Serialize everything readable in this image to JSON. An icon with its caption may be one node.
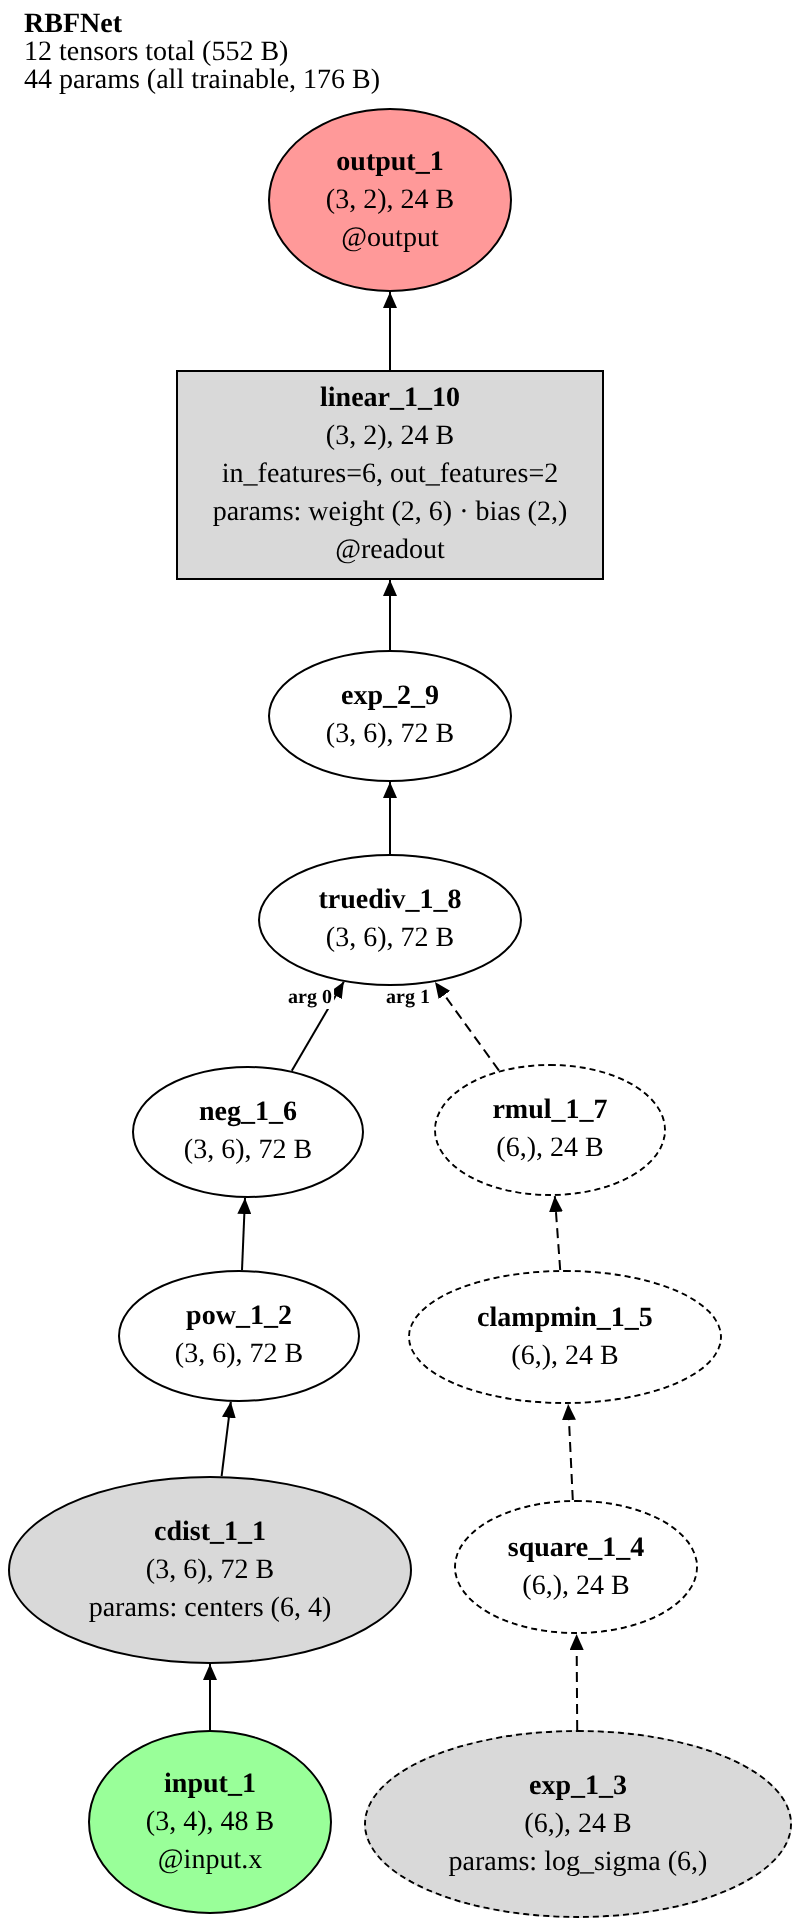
{
  "diagram": {
    "title": "RBFNet",
    "nodes": [
      {
        "text": [
          "output_1",
          "(3, 2), 24 B",
          "@output"
        ]
      },
      {
        "text": [
          "linear_1_10",
          "(3, 2), 24 B",
          "in_features=6, out_features=2",
          "params: weight (2, 6) · bias (2,)",
          "@readout"
        ]
      },
      {
        "text": [
          "exp_2_9",
          "(3, 6), 72 B"
        ]
      },
      {
        "text": [
          "truediv_1_8",
          "(3, 6), 72 B"
        ]
      },
      {
        "text": [
          "neg_1_6",
          "(3, 6), 72 B"
        ]
      },
      {
        "text": [
          "rmul_1_7",
          "(6,), 24 B"
        ]
      },
      {
        "text": [
          "pow_1_2",
          "(3, 6), 72 B"
        ]
      },
      {
        "text": [
          "clampmin_1_5",
          "(6,), 24 B"
        ]
      },
      {
        "text": [
          "cdist_1_1",
          "(3, 6), 72 B",
          "params: centers (6, 4)"
        ]
      },
      {
        "text": [
          "square_1_4",
          "(6,), 24 B"
        ]
      },
      {
        "text": [
          "input_1",
          "(3, 4), 48 B",
          "@input.x"
        ]
      },
      {
        "text": [
          "exp_1_3",
          "(6,), 24 B",
          "params: log_sigma (6,)"
        ]
      }
    ],
    "edges": [
      {
        "from": 10,
        "to": 8,
        "arrow": "to"
      },
      {
        "from": 8,
        "to": 6,
        "arrow": "to"
      },
      {
        "from": 6,
        "to": 4,
        "arrow": "to"
      },
      {
        "from": 4,
        "to": 3,
        "arrow": "to",
        "label": "arg 0"
      },
      {
        "from": 11,
        "to": 9,
        "arrow": "to",
        "style": "dashed"
      },
      {
        "from": 9,
        "to": 7,
        "arrow": "to",
        "style": "dashed"
      },
      {
        "from": 7,
        "to": 5,
        "arrow": "to",
        "style": "dashed"
      },
      {
        "from": 5,
        "to": 3,
        "arrow": "to",
        "label": "arg 1",
        "style": "dashed"
      },
      {
        "from": 3,
        "to": 2,
        "arrow": "to"
      },
      {
        "from": 2,
        "to": 1,
        "arrow": "to"
      },
      {
        "from": 1,
        "to": 0,
        "arrow": "to"
      }
    ],
    "labels": [
      "12 tensors total (552 B)",
      "44 params (all trainable, 176 B)"
    ]
  }
}
